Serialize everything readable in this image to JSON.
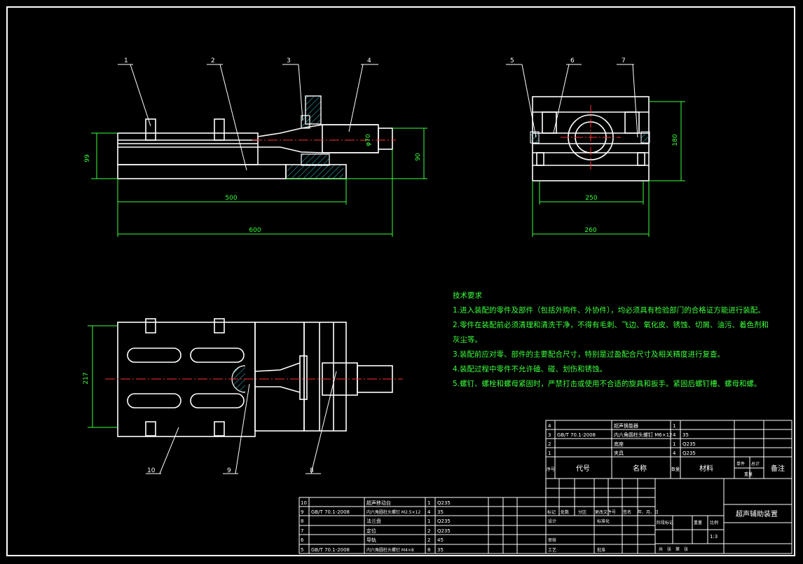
{
  "drawing": {
    "title": "超声辅助装置",
    "scale": "1:3",
    "part_balloons": [
      "1",
      "2",
      "3",
      "4",
      "5",
      "6",
      "7",
      "8",
      "9",
      "10"
    ],
    "dimensions": {
      "front_height_left": "99",
      "front_height_right": "90",
      "front_diameter": "φ70",
      "front_length_500": "500",
      "front_length_600": "600",
      "side_height": "180",
      "side_width_250": "250",
      "side_width_260": "260",
      "top_width": "217"
    }
  },
  "notes": {
    "heading": "技术要求",
    "items": [
      "1.进入装配的零件及部件（包括外购件、外协件），均必须具有检验部门的合格证方能进行装配。",
      "2.零件在装配前必须清理和清洗干净，不得有毛刺、飞边、氧化皮、锈蚀、切屑、油污、着色剂和",
      "灰尘等。",
      "3.装配前应对零、部件的主要配合尺寸，特别是过盈配合尺寸及相关精度进行复查。",
      "4.装配过程中零件不允许磕、碰、划伤和锈蚀。",
      "5.螺钉、螺栓和螺母紧固时，严禁打击或使用不合适的旋具和扳手。紧固后螺钉槽、螺母和螺。"
    ]
  },
  "bom_upper": {
    "rows": [
      {
        "no": "4",
        "code": "",
        "name": "超声换能器",
        "qty": "1",
        "material": ""
      },
      {
        "no": "3",
        "code": "GB/T 70.1-2008",
        "name": "内六角圆柱头螺钉 M6×12",
        "qty": "4",
        "material": "35"
      },
      {
        "no": "2",
        "code": "",
        "name": "底座",
        "qty": "1",
        "material": "Q235"
      },
      {
        "no": "1",
        "code": "",
        "name": "夹具",
        "qty": "4",
        "material": "Q235"
      }
    ],
    "header": {
      "no": "序号",
      "code": "代号",
      "name": "名称",
      "qty": "数量",
      "material": "材料",
      "single": "单件",
      "total": "总计",
      "weight": "重量",
      "remark": "备注"
    }
  },
  "bom_lower": {
    "rows": [
      {
        "no": "10",
        "code": "",
        "name": "超声移动台",
        "qty": "1",
        "material": "Q235"
      },
      {
        "no": "9",
        "code": "GB/T 70.1-2008",
        "name": "内六角圆柱头螺钉 M2.5×12",
        "qty": "4",
        "material": "35"
      },
      {
        "no": "8",
        "code": "",
        "name": "法兰盘",
        "qty": "1",
        "material": "Q235"
      },
      {
        "no": "7",
        "code": "",
        "name": "定位",
        "qty": "2",
        "material": "Q235"
      },
      {
        "no": "6",
        "code": "",
        "name": "导轨",
        "qty": "2",
        "material": "45"
      },
      {
        "no": "5",
        "code": "GB/T 70.1-2008",
        "name": "内六角圆柱头螺钉 M4×8",
        "qty": "8",
        "material": "35"
      }
    ]
  },
  "title_block": {
    "marks": "标记",
    "count": "处数",
    "zone": "分区",
    "change_doc": "更改文件号",
    "signature": "签名",
    "date": "年、月、日",
    "designer": "设计",
    "standardize": "标准化",
    "review": "审核",
    "process": "工艺",
    "approve": "批准",
    "stage_mark": "阶段标记",
    "weight": "重量",
    "scale_label": "比例",
    "sheets": "共　张　第　张"
  },
  "colors": {
    "outline": "#ffffff",
    "dimension": "#3cff3c",
    "centerline": "#ff3030",
    "hatch": "#3ad0e0",
    "text": "#ffffff",
    "note_text": "#3cff3c"
  }
}
